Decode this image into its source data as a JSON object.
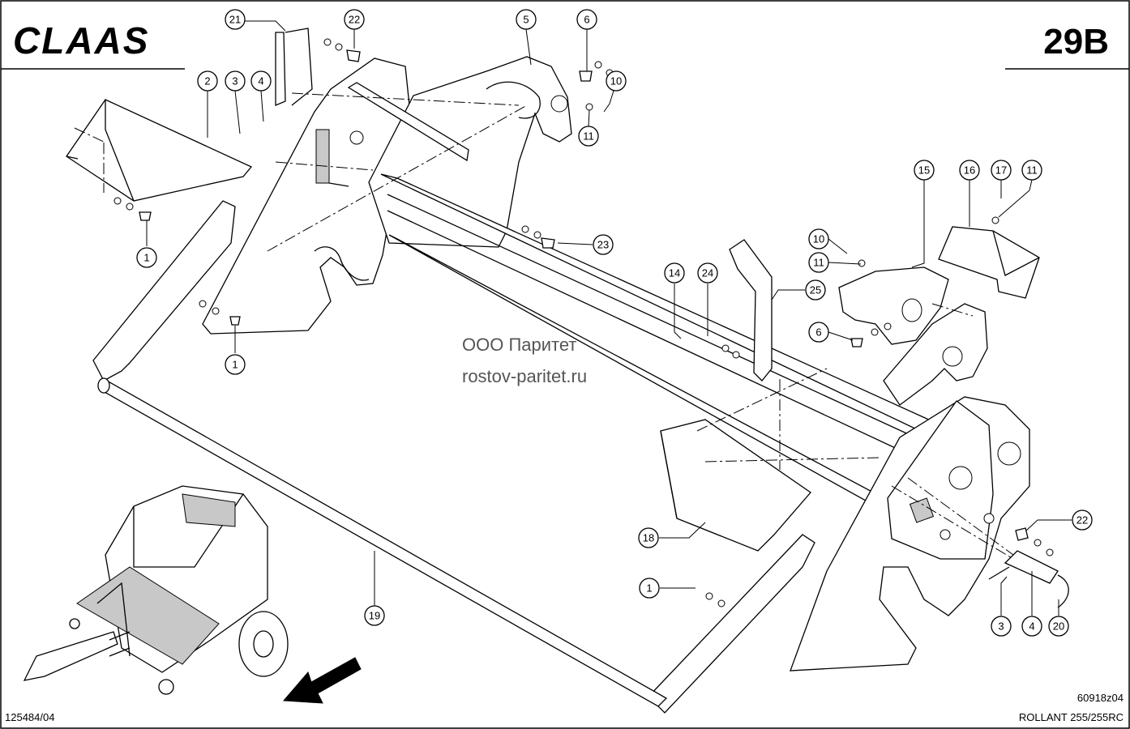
{
  "header": {
    "brand": "CLAAS",
    "page_code": "29B"
  },
  "watermark": {
    "line1": "ООО Паритет",
    "line2": "rostov-paritet.ru"
  },
  "footer": {
    "left_code": "125484/04",
    "drawing_code": "60918z04",
    "model": "ROLLANT 255/255RC"
  },
  "callouts": [
    {
      "id": "c21",
      "num": "21"
    },
    {
      "id": "c22a",
      "num": "22"
    },
    {
      "id": "c5",
      "num": "5"
    },
    {
      "id": "c6a",
      "num": "6"
    },
    {
      "id": "c10a",
      "num": "10"
    },
    {
      "id": "c11a",
      "num": "11"
    },
    {
      "id": "c2",
      "num": "2"
    },
    {
      "id": "c3a",
      "num": "3"
    },
    {
      "id": "c4a",
      "num": "4"
    },
    {
      "id": "c1a",
      "num": "1"
    },
    {
      "id": "c1b",
      "num": "1"
    },
    {
      "id": "c23",
      "num": "23"
    },
    {
      "id": "c15",
      "num": "15"
    },
    {
      "id": "c16",
      "num": "16"
    },
    {
      "id": "c17",
      "num": "17"
    },
    {
      "id": "c11b",
      "num": "11"
    },
    {
      "id": "c10b",
      "num": "10"
    },
    {
      "id": "c11c",
      "num": "11"
    },
    {
      "id": "c14",
      "num": "14"
    },
    {
      "id": "c24",
      "num": "24"
    },
    {
      "id": "c25",
      "num": "25"
    },
    {
      "id": "c6b",
      "num": "6"
    },
    {
      "id": "c18",
      "num": "18"
    },
    {
      "id": "c22b",
      "num": "22"
    },
    {
      "id": "c1c",
      "num": "1"
    },
    {
      "id": "c19",
      "num": "19"
    },
    {
      "id": "c3b",
      "num": "3"
    },
    {
      "id": "c4b",
      "num": "4"
    },
    {
      "id": "c20",
      "num": "20"
    }
  ]
}
